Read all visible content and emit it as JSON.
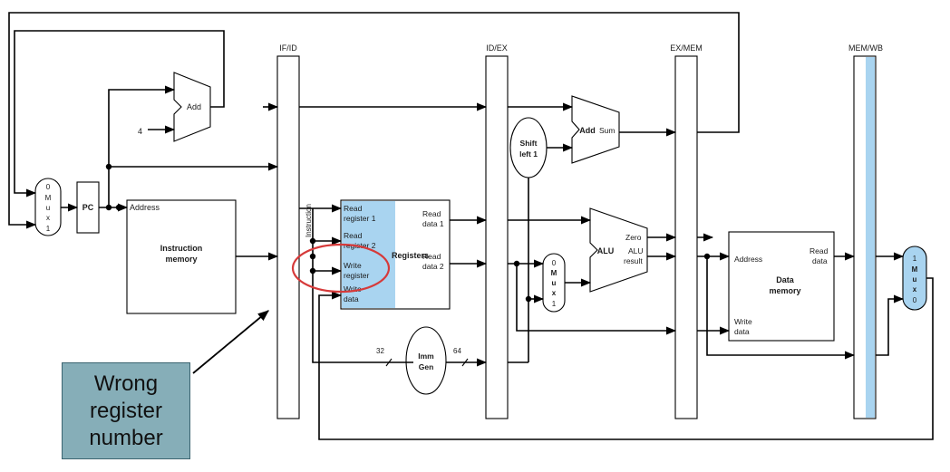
{
  "pipeline_registers": {
    "if_id": "IF/ID",
    "id_ex": "ID/EX",
    "ex_mem": "EX/MEM",
    "mem_wb": "MEM/WB"
  },
  "pc_mux": {
    "top": "0",
    "m": "M",
    "u": "u",
    "x": "x",
    "bottom": "1"
  },
  "pc": "PC",
  "pc_adder": {
    "label": "Add",
    "constant": "4"
  },
  "instruction_memory": {
    "address": "Address",
    "title_line1": "Instruction",
    "title_line2": "memory"
  },
  "instruction_label": "Instruction",
  "registers": {
    "read_register_1": [
      "Read",
      "register 1"
    ],
    "read_register_2": [
      "Read",
      "register 2"
    ],
    "write_register": [
      "Write",
      "register"
    ],
    "write_data": [
      "Write",
      "data"
    ],
    "title": "Registers",
    "read_data_1": [
      "Read",
      "data 1"
    ],
    "read_data_2": [
      "Read",
      "data 2"
    ]
  },
  "imm_gen": {
    "line1": "Imm",
    "line2": "Gen",
    "in_width": "32",
    "out_width": "64"
  },
  "shift_left": {
    "line1": "Shift",
    "line2": "left 1"
  },
  "branch_adder": {
    "label": "Add",
    "output": "Sum"
  },
  "alu_mux": {
    "top": "0",
    "m": "M",
    "u": "u",
    "x": "x",
    "bottom": "1"
  },
  "alu": {
    "label": "ALU",
    "zero": "Zero",
    "result_line1": "ALU",
    "result_line2": "result"
  },
  "data_memory": {
    "address": "Address",
    "read_data": [
      "Read",
      "data"
    ],
    "write_data": [
      "Write",
      "data"
    ],
    "title_line1": "Data",
    "title_line2": "memory"
  },
  "wb_mux": {
    "top": "1",
    "m": "M",
    "u": "u",
    "x": "x",
    "bottom": "0"
  },
  "callout": {
    "text": "Wrong\nregister\nnumber"
  },
  "colors": {
    "register_highlight": "#a9d4f0",
    "wb_highlight": "#a9d4f0",
    "callout_fill": "#86aeb8",
    "circle": "#d63a3a"
  }
}
